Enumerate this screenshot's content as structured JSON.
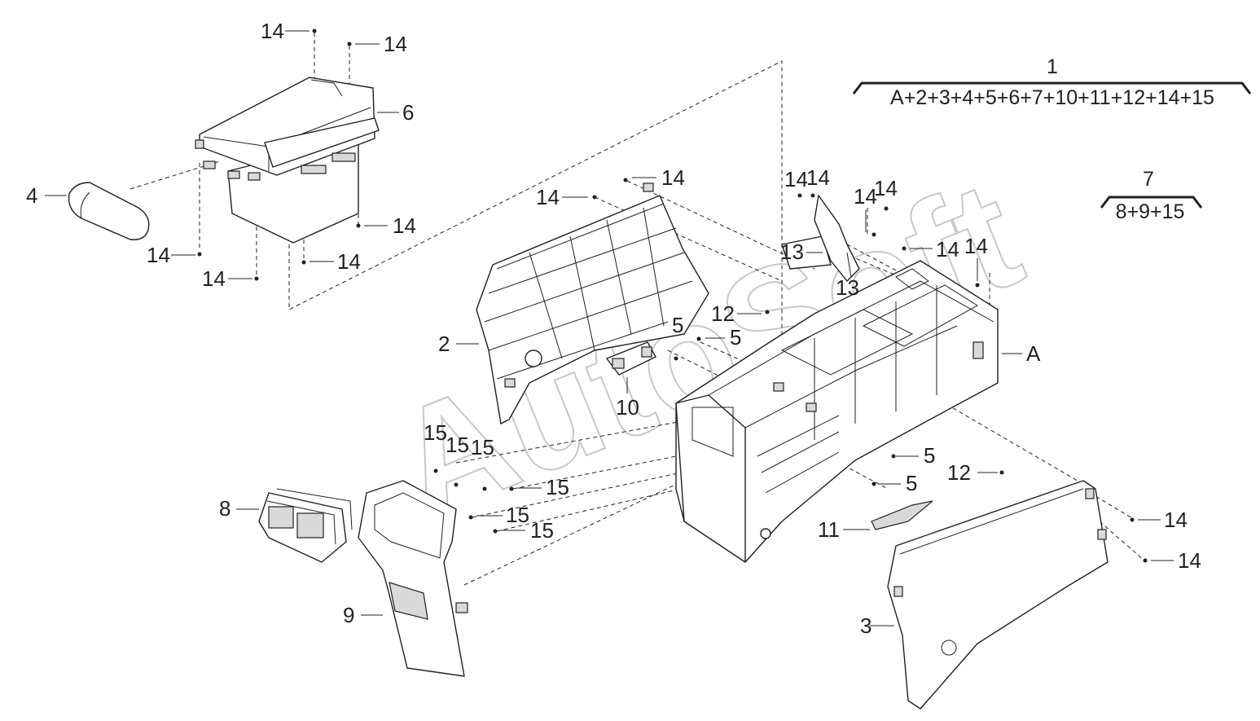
{
  "watermark": "AutoSoft",
  "assembly": {
    "kit_1": {
      "number": "1",
      "contents": "A+2+3+4+5+6+7+10+11+12+14+15"
    },
    "kit_7": {
      "number": "7",
      "contents": "8+9+15"
    }
  },
  "labels": {
    "A": "A",
    "p2": "2",
    "p3": "3",
    "p4": "4",
    "p5a": "5",
    "p5b": "5",
    "p5c": "5",
    "p5d": "5",
    "p6": "6",
    "p8": "8",
    "p9": "9",
    "p10": "10",
    "p11": "11",
    "p12a": "12",
    "p12b": "12",
    "p13a": "13",
    "p13b": "13",
    "p14a": "14",
    "p14b": "14",
    "p14c": "14",
    "p14d": "14",
    "p14e": "14",
    "p14f": "14",
    "p14g": "14",
    "p14h": "14",
    "p14i": "14",
    "p14j": "14",
    "p14k": "14",
    "p14l": "14",
    "p14m": "14",
    "p14n": "14",
    "p14o": "14",
    "p14p": "14",
    "p15a": "15",
    "p15b": "15",
    "p15c": "15",
    "p15d": "15",
    "p15e": "15",
    "p15f": "15"
  },
  "colors": {
    "line": "#231f20",
    "watermark": "#9a9a9a",
    "shade": "#d9d9d9"
  }
}
